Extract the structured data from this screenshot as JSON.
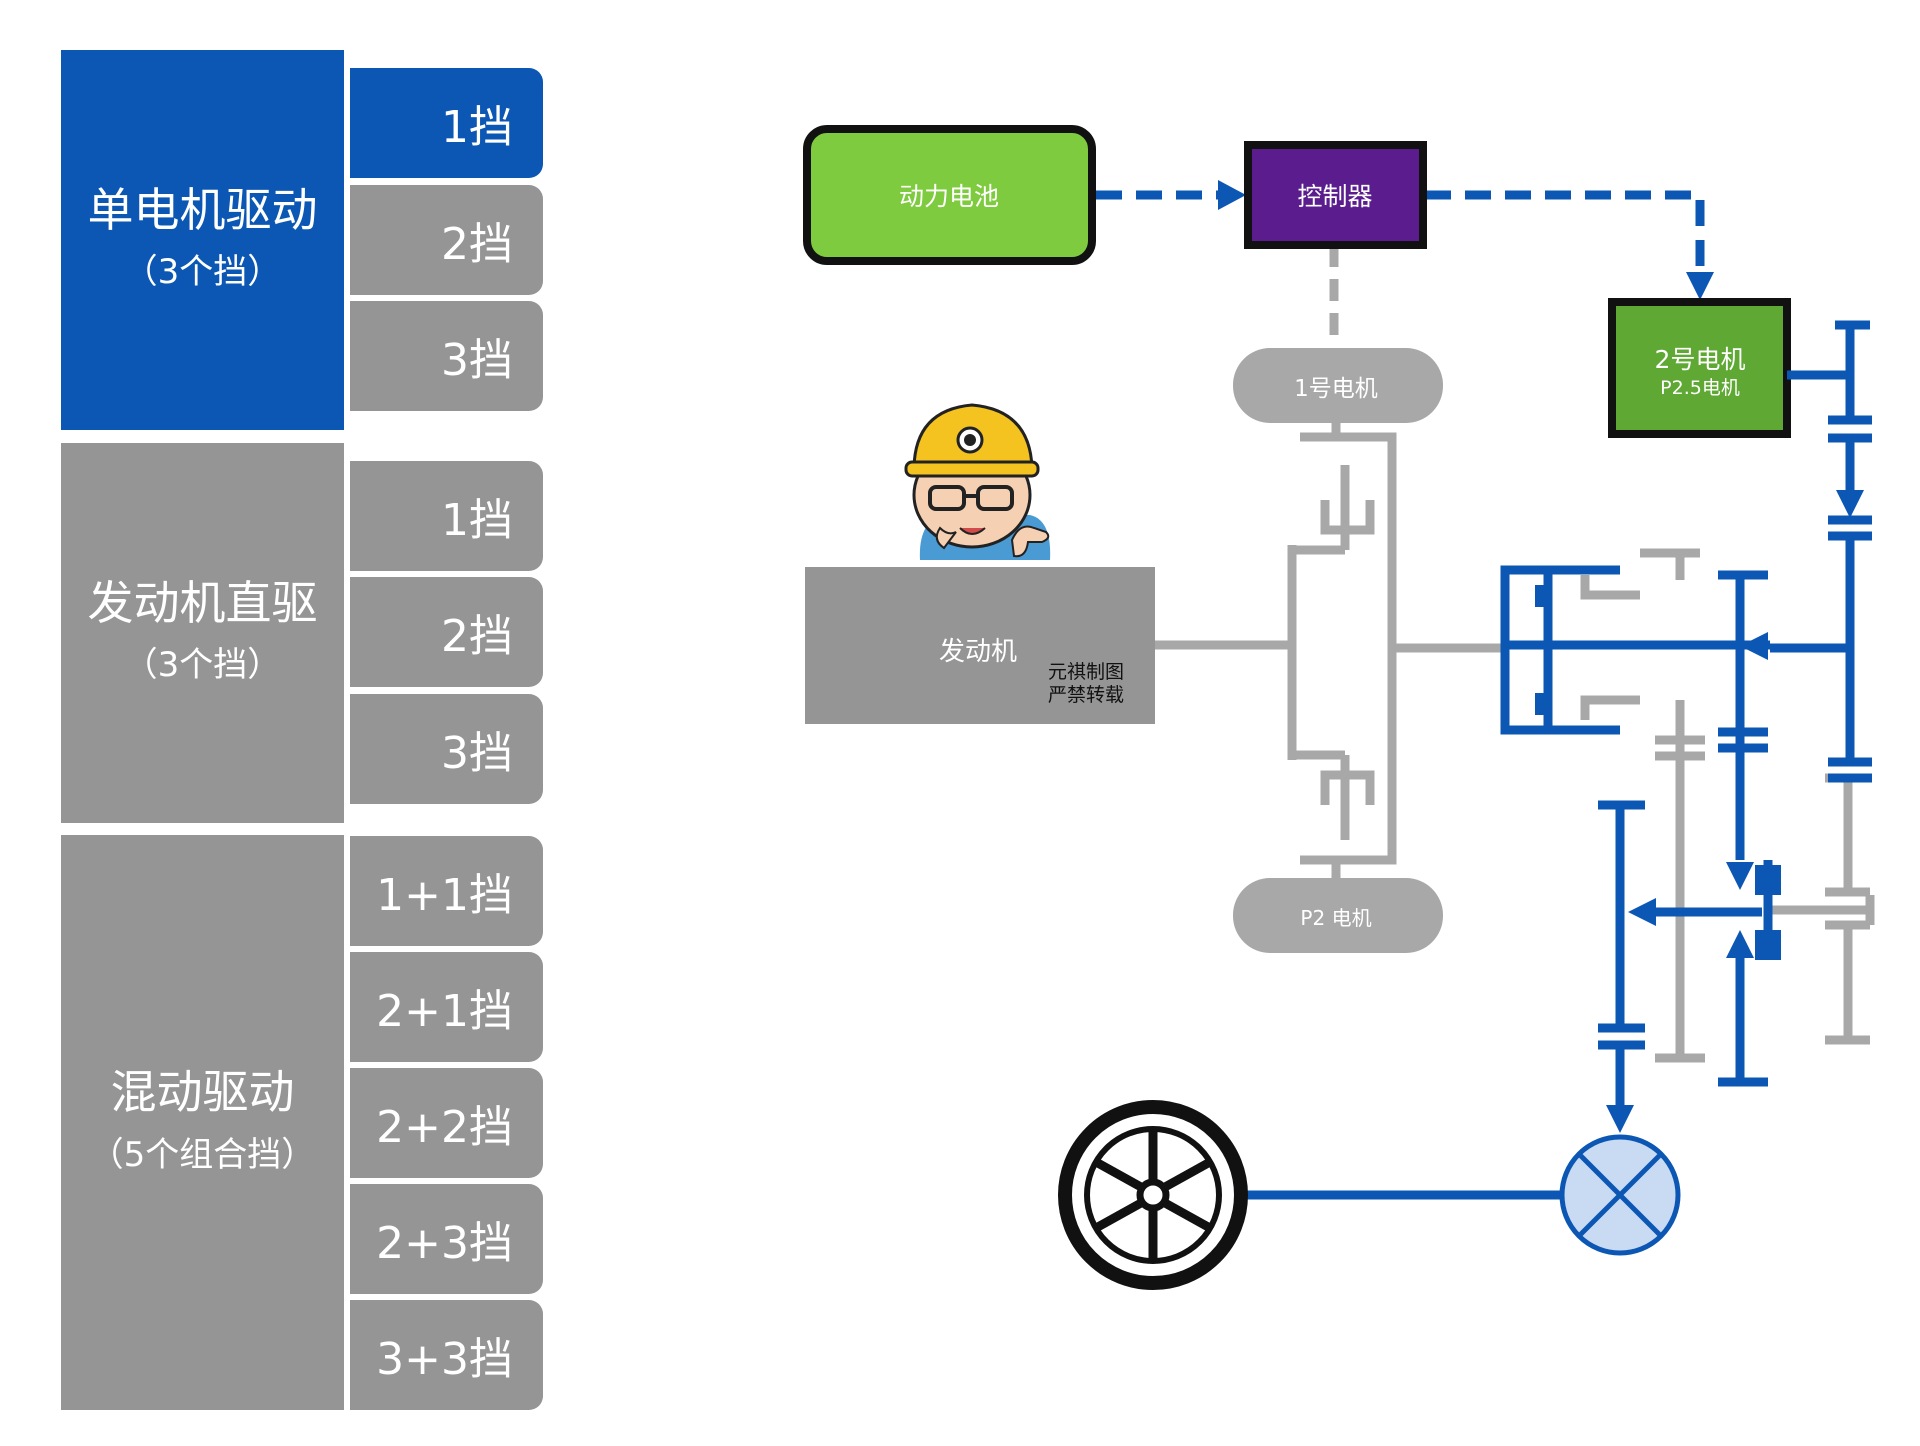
{
  "modes": [
    {
      "title": "单电机驱动",
      "sub": "（3个挡）",
      "gears": [
        "1挡",
        "2挡",
        "3挡"
      ]
    },
    {
      "title": "发动机直驱",
      "sub": "（3个挡）",
      "gears": [
        "1挡",
        "2挡",
        "3挡"
      ]
    },
    {
      "title": "混动驱动",
      "sub": "（5个组合挡）",
      "gears": [
        "1+1挡",
        "2+1挡",
        "2+2挡",
        "2+3挡",
        "3+3挡"
      ]
    }
  ],
  "diagram": {
    "battery": "动力电池",
    "controller": "控制器",
    "motor2_line1": "2号电机",
    "motor2_line2": "P2.5电机",
    "motor1": "1号电机",
    "p2_motor": "P2 电机",
    "engine": "发动机",
    "watermark_line1": "元祺制图",
    "watermark_line2": "严禁转载"
  },
  "colors": {
    "blue": "#0b57b3",
    "gray": "#959595",
    "shaft_gray": "#a8a8a8",
    "battery_green": "#7fcb40",
    "motor2_green": "#5ea833",
    "controller_purple": "#5b1c8e",
    "differential_fill": "#c9daf3"
  }
}
